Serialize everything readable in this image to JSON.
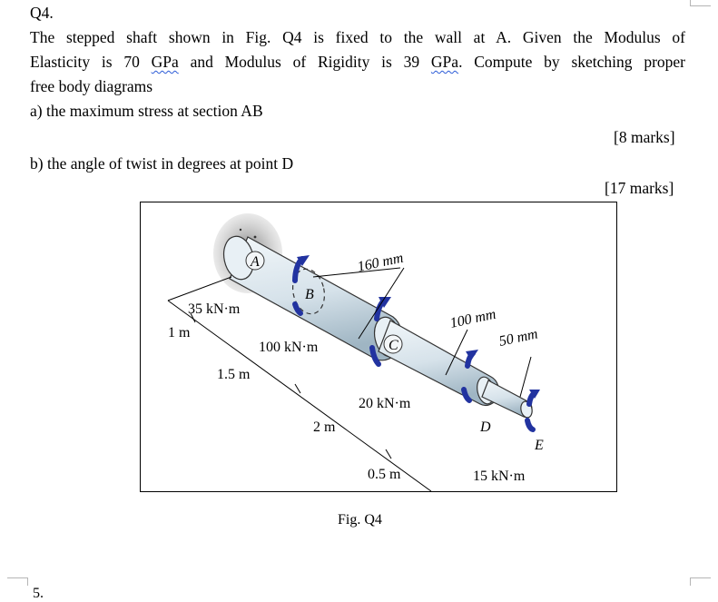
{
  "question": {
    "number": "Q4.",
    "line1": "The stepped shaft shown in Fig. Q4 is fixed to the wall at A. Given the Modulus of",
    "line2_part1": "Elasticity is 70 ",
    "line2_gpa1": "GPa",
    "line2_part2": " and Modulus of Rigidity is 39 ",
    "line2_gpa2": "GPa",
    "line2_part3": ". Compute by sketching proper",
    "line3": "free body diagrams",
    "part_a": "a)  the maximum stress at section AB",
    "marks_a": "[8 marks]",
    "part_b": "b)  the angle of twist in degrees at point D",
    "marks_b": "[17 marks]"
  },
  "figure": {
    "caption": "Fig. Q4",
    "points": {
      "A": "A",
      "B": "B",
      "C": "C",
      "D": "D",
      "E": "E"
    },
    "torques": {
      "t1": "35 kN·m",
      "t2": "100 kN·m",
      "t3": "20 kN·m",
      "t4": "15 kN·m"
    },
    "diameters": {
      "d1": "160 mm",
      "d2": "100 mm",
      "d3": "50 mm"
    },
    "lengths": {
      "l1": "1 m",
      "l2": "1.5 m",
      "l3": "2 m",
      "l4": "0.5 m"
    },
    "colors": {
      "shaft": "#dfe9ef",
      "shaft_shade": "#b9ccd7",
      "torque_arrow": "#2233a0",
      "wall": "#9a9a9a"
    }
  },
  "page_number": "5."
}
